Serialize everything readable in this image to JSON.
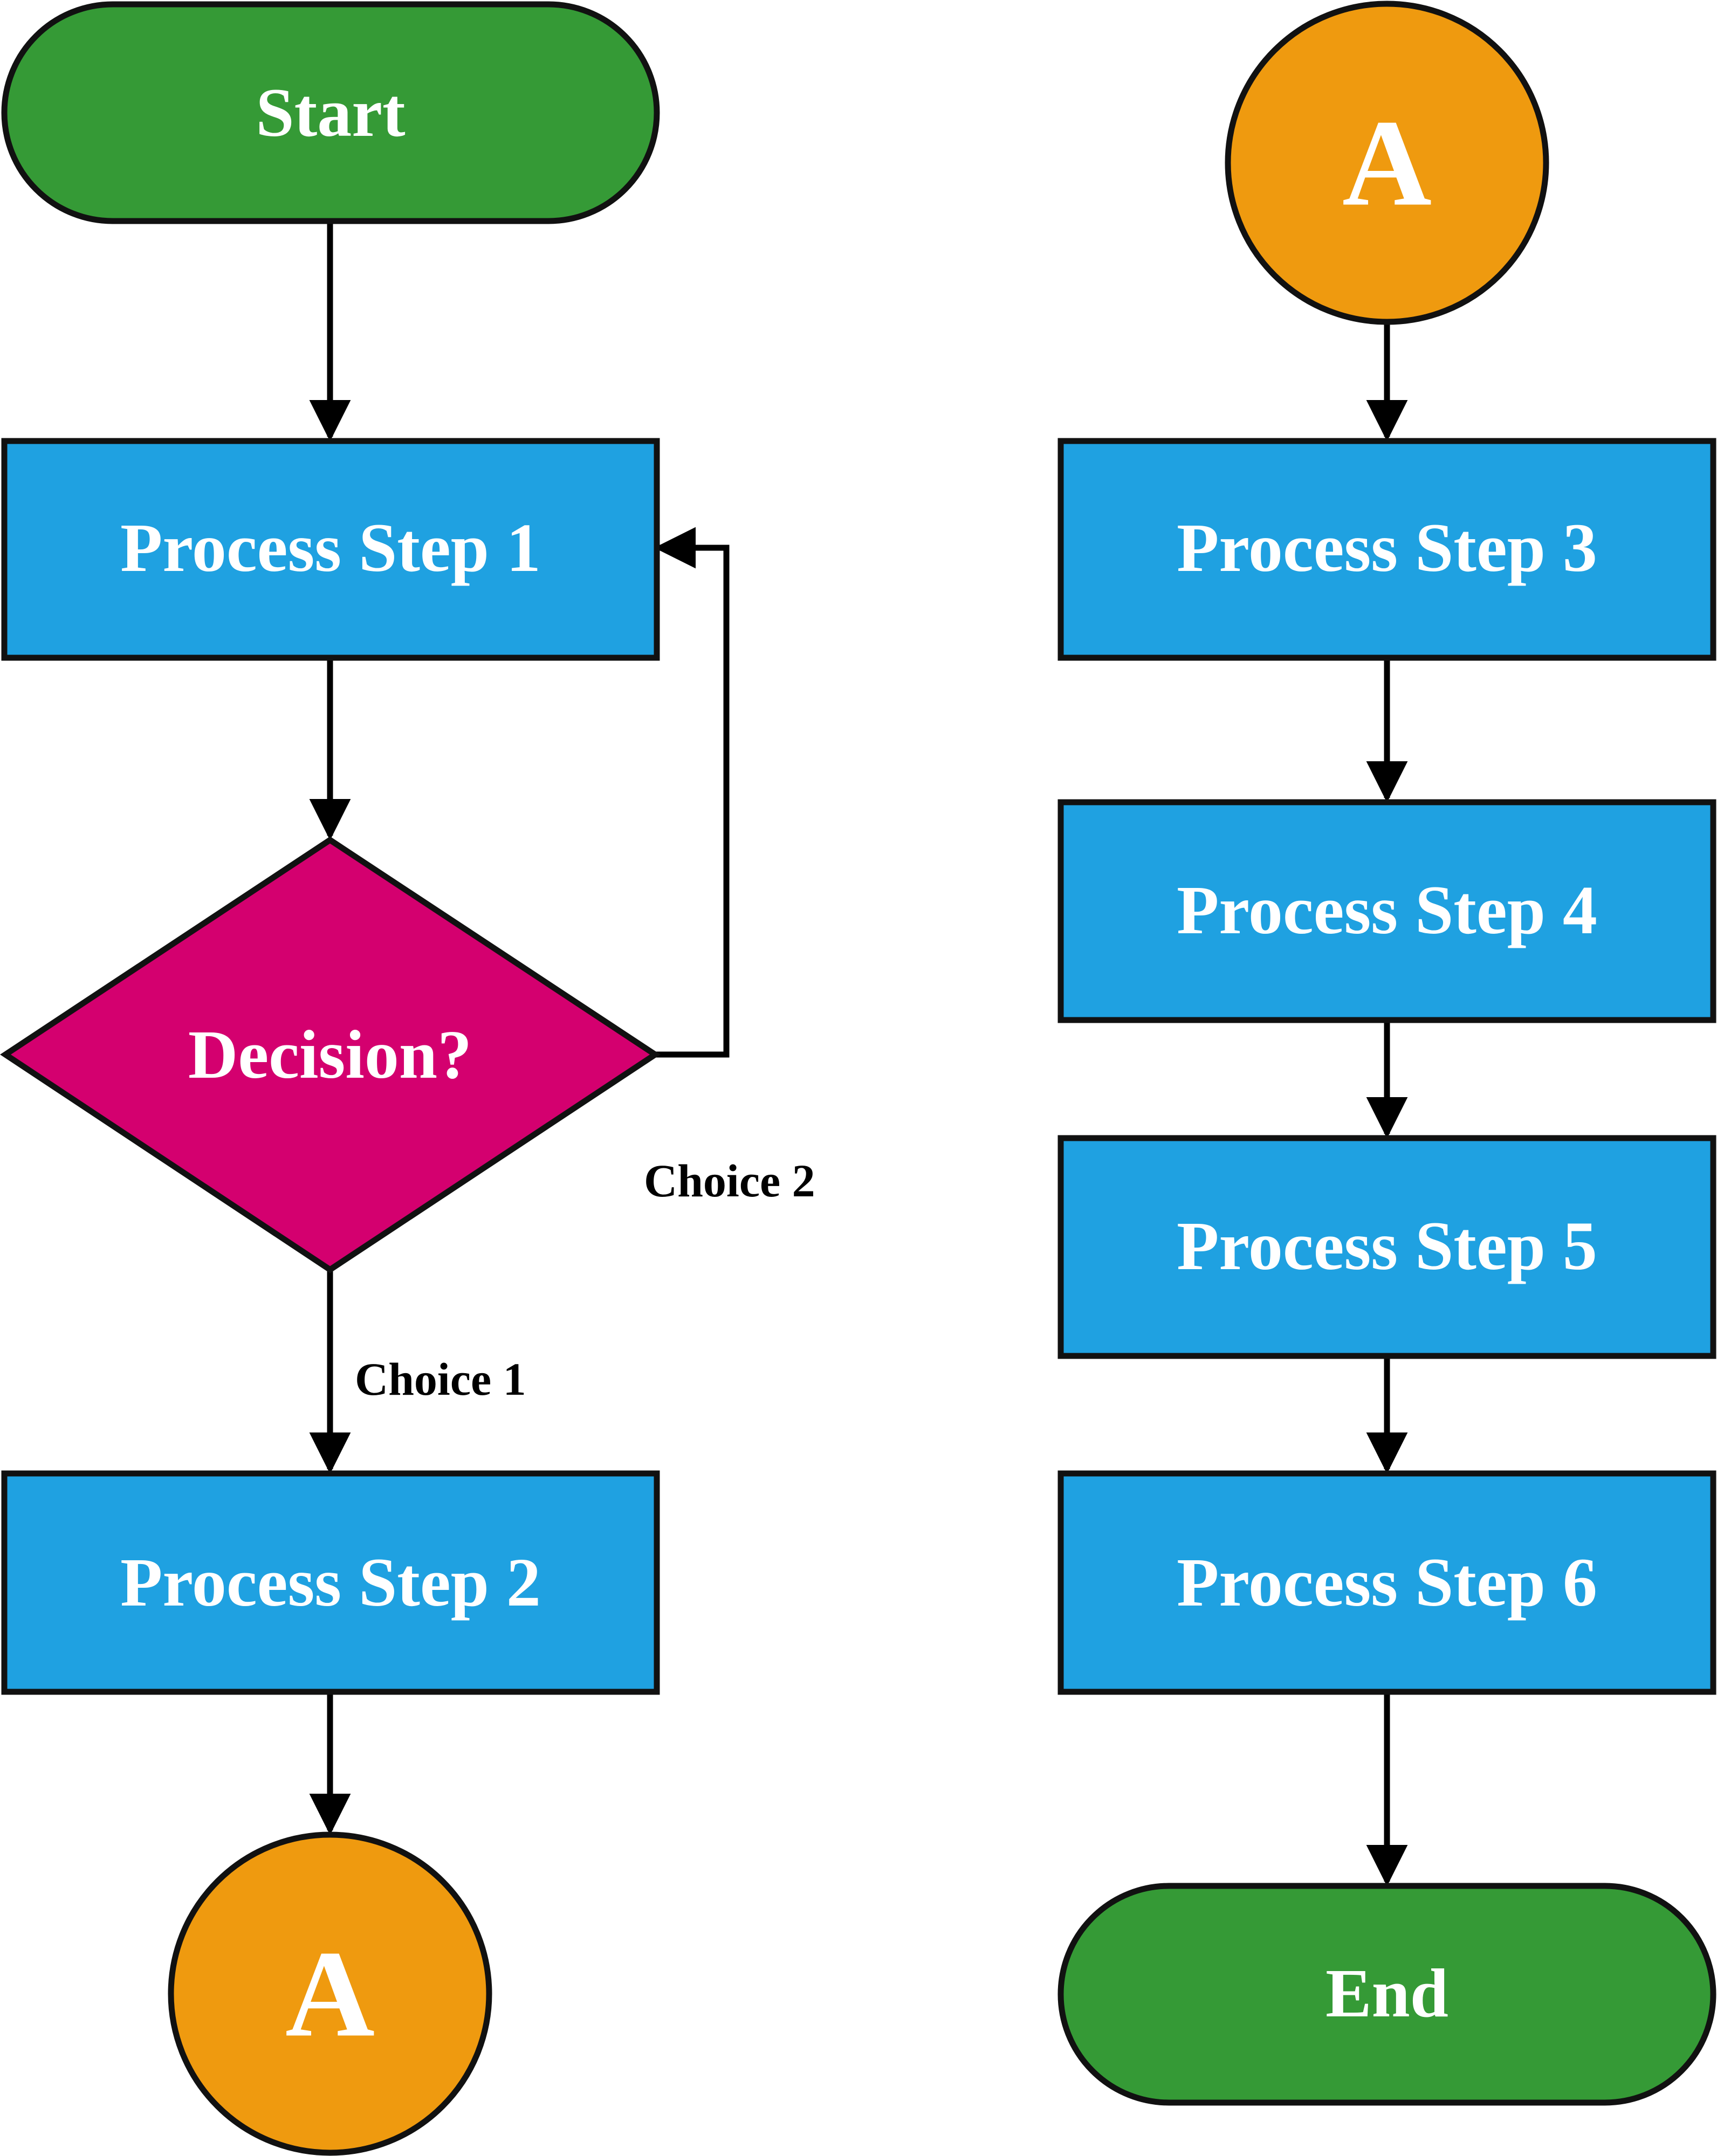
{
  "colors": {
    "terminal": "#359a36",
    "process": "#1fa1e1",
    "decision": "#d4006f",
    "connector": "#ef9a0f",
    "stroke": "#111111",
    "text_on_shape": "#ffffff",
    "edge_label": "#000000"
  },
  "nodes": {
    "start": "Start",
    "step1": "Process Step 1",
    "decision": "Decision?",
    "step2": "Process Step 2",
    "connector_bottom": "A",
    "connector_top": "A",
    "step3": "Process Step 3",
    "step4": "Process Step 4",
    "step5": "Process Step 5",
    "step6": "Process Step 6",
    "end": "End"
  },
  "edge_labels": {
    "choice1": "Choice 1",
    "choice2": "Choice 2"
  },
  "edges": [
    {
      "from": "start",
      "to": "step1"
    },
    {
      "from": "step1",
      "to": "decision"
    },
    {
      "from": "decision",
      "to": "step2",
      "label": "choice1"
    },
    {
      "from": "decision",
      "to": "step1",
      "label": "choice2"
    },
    {
      "from": "step2",
      "to": "connector_bottom"
    },
    {
      "from": "connector_top",
      "to": "step3"
    },
    {
      "from": "step3",
      "to": "step4"
    },
    {
      "from": "step4",
      "to": "step5"
    },
    {
      "from": "step5",
      "to": "step6"
    },
    {
      "from": "step6",
      "to": "end"
    }
  ]
}
